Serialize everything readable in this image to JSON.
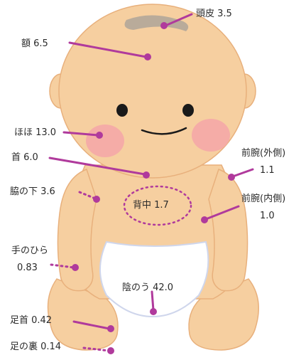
{
  "colors": {
    "skin": "#f6cfa0",
    "skin_outline": "#e8b07c",
    "cheek": "#f4a6a8",
    "hair": "#b9ab9a",
    "diaper": "#ffffff",
    "diaper_outline": "#cfd6ec",
    "pointer": "#b03a9c",
    "eye": "#1a1a1a"
  },
  "labels": {
    "scalp": "頭皮 3.5",
    "forehead": "額 6.5",
    "cheek": "ほほ 13.0",
    "neck": "首 6.0",
    "armpit": "脇の下 3.6",
    "back": "背中 1.7",
    "forearm_outer_name": "前腕(外側)",
    "forearm_outer_value": "1.1",
    "forearm_inner_name": "前腕(内側)",
    "forearm_inner_value": "1.0",
    "palm_name": "手のひら",
    "palm_value": "0.83",
    "scrotum": "陰のう 42.0",
    "ankle": "足首 0.42",
    "sole": "足の裏 0.14"
  }
}
